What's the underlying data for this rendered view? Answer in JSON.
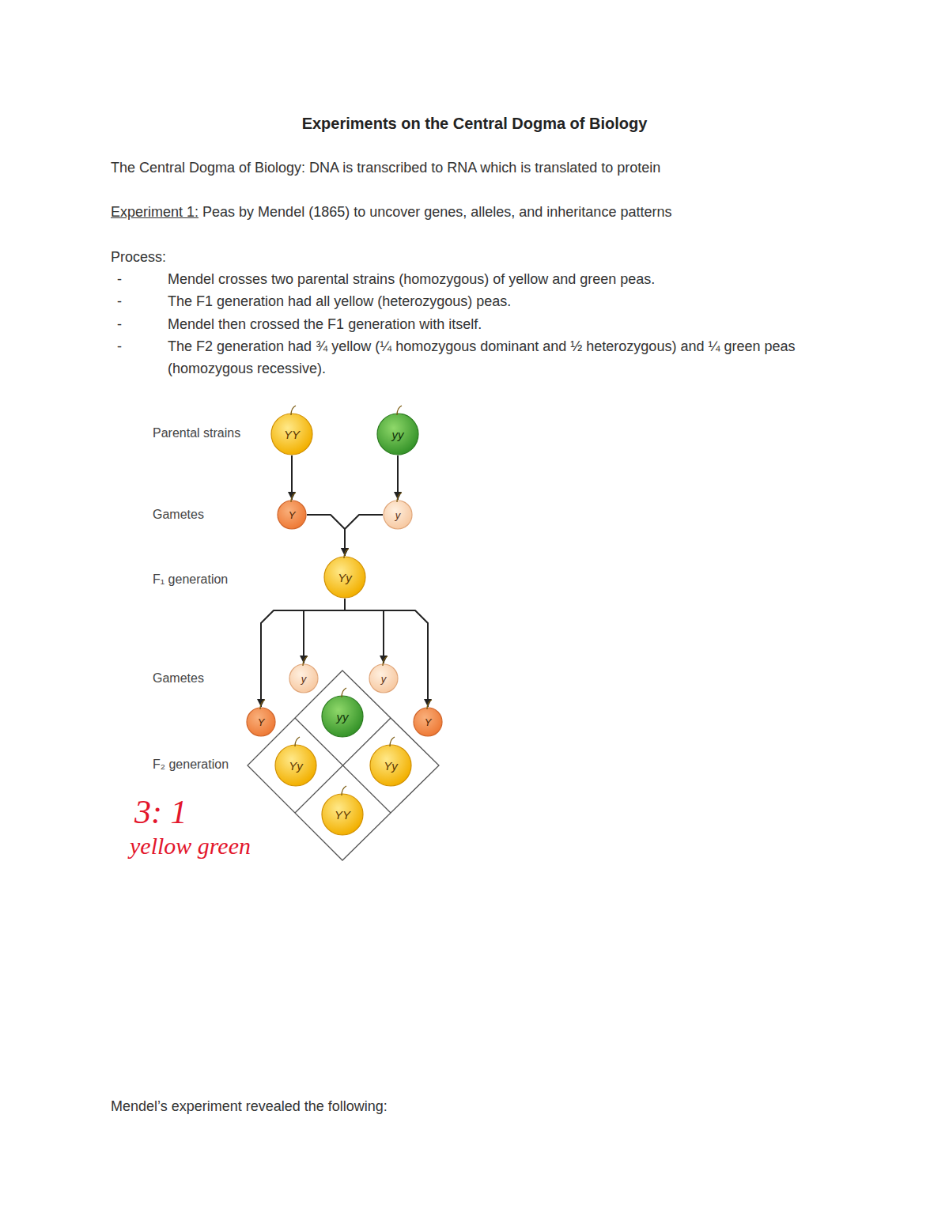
{
  "diagram": {
    "title": "Experiments on the Central Dogma of Biology",
    "nodes": [
      {
        "text": [
          "YY"
        ]
      },
      {
        "text": [
          "yy"
        ]
      },
      {
        "text": [
          "Y"
        ]
      },
      {
        "text": [
          "y"
        ]
      },
      {
        "text": [
          "Yy"
        ]
      },
      {
        "text": [
          "y"
        ]
      },
      {
        "text": [
          "y"
        ]
      },
      {
        "text": [
          "Y"
        ]
      },
      {
        "text": [
          "yy"
        ]
      },
      {
        "text": [
          "Y"
        ]
      },
      {
        "text": [
          "Yy"
        ]
      },
      {
        "text": [
          "Yy"
        ]
      },
      {
        "text": [
          "YY"
        ]
      }
    ],
    "edges": [
      {
        "from": 0,
        "to": 2,
        "arrow": "to"
      },
      {
        "from": 1,
        "to": 3,
        "arrow": "to"
      },
      {
        "from": 2,
        "to": 4,
        "arrow": "to"
      },
      {
        "from": 3,
        "to": 4,
        "arrow": "to"
      },
      {
        "from": 4,
        "to": 7,
        "arrow": "to"
      },
      {
        "from": 4,
        "to": 5,
        "arrow": "to"
      },
      {
        "from": 4,
        "to": 6,
        "arrow": "to"
      },
      {
        "from": 4,
        "to": 9,
        "arrow": "to"
      }
    ],
    "labels": [
      "The Central Dogma of Biology: DNA is transcribed to RNA which is translated to protein",
      "Experiment 1:",
      "Peas by Mendel (1865) to uncover genes, alleles, and inheritance patterns",
      "Process:",
      "-",
      "Mendel crosses two parental strains (homozygous) of yellow and green peas.",
      "-",
      "The F1 generation had all yellow (heterozygous) peas.",
      "-",
      "Mendel then crossed the F1 generation with itself.",
      "-",
      "The F2 generation had ¾ yellow (¼ homozygous dominant and ½ heterozygous) and ¼ green peas (homozygous recessive).",
      "Parental strains",
      "Gametes",
      "F₁ generation",
      "Gametes",
      "F₂ generation",
      "3: 1",
      "yellow green",
      "Mendel’s experiment revealed the following:"
    ]
  }
}
